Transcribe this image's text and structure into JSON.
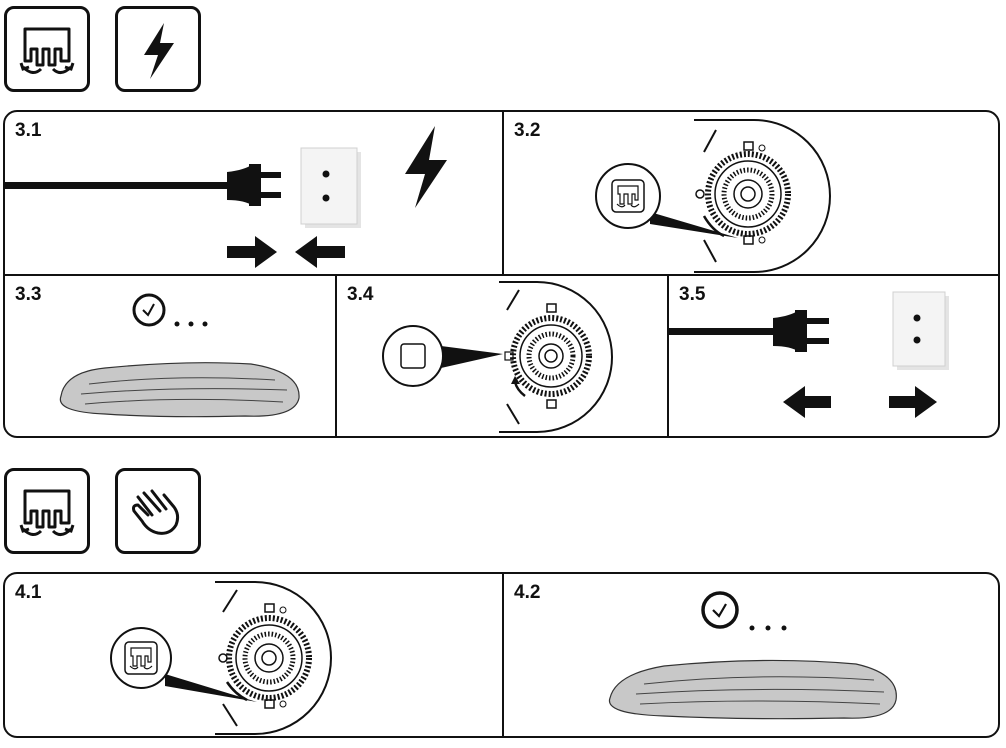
{
  "steps": [
    {
      "label": "3.1"
    },
    {
      "label": "3.2"
    },
    {
      "label": "3.3"
    },
    {
      "label": "3.4"
    },
    {
      "label": "3.5"
    },
    {
      "label": "4.1"
    },
    {
      "label": "4.2"
    }
  ],
  "icons": {
    "defrost_mode": "defrost-icon",
    "power": "lightning-bolt-icon",
    "manual": "hand-icon",
    "timer": "clock-icon",
    "plug": "power-plug-icon",
    "socket": "wall-socket-icon",
    "stop": "stop-button-icon",
    "knob": "control-knob-icon"
  },
  "colors": {
    "line": "#111111",
    "food": "#c8c8c8",
    "socket_face": "#f2f2f2"
  }
}
